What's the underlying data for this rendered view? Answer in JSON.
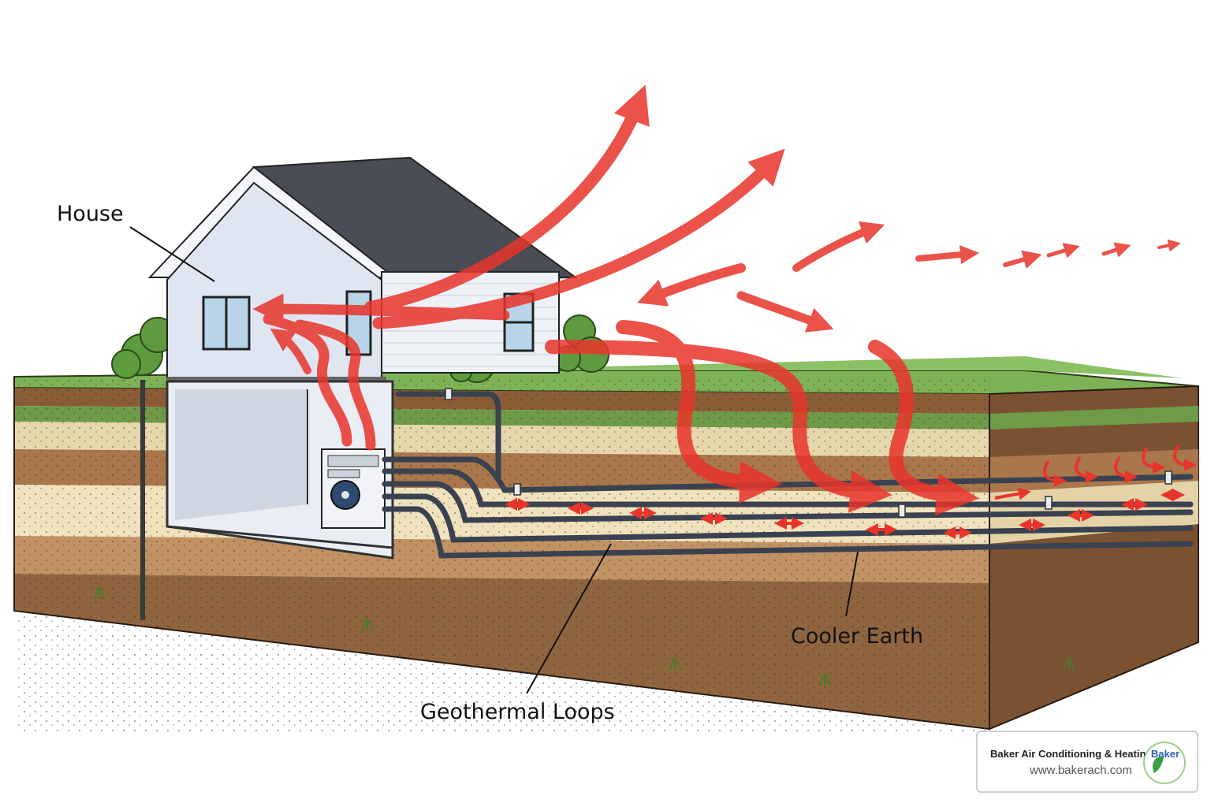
{
  "labels": {
    "house": "House",
    "cooler_earth": "Cooler Earth",
    "geothermal_loops": "Geothermal Loops"
  },
  "brand": {
    "name": "Baker Air Conditioning & Heating",
    "url": "www.bakerach.com",
    "logo_text": "Baker"
  },
  "colors": {
    "heat_arrow": "#e8342b",
    "pipe": "#3a4150",
    "grass": "#7db356",
    "soil_dark": "#7a5232",
    "soil_light": "#e9dcb4",
    "brand_green": "#3aa046"
  }
}
